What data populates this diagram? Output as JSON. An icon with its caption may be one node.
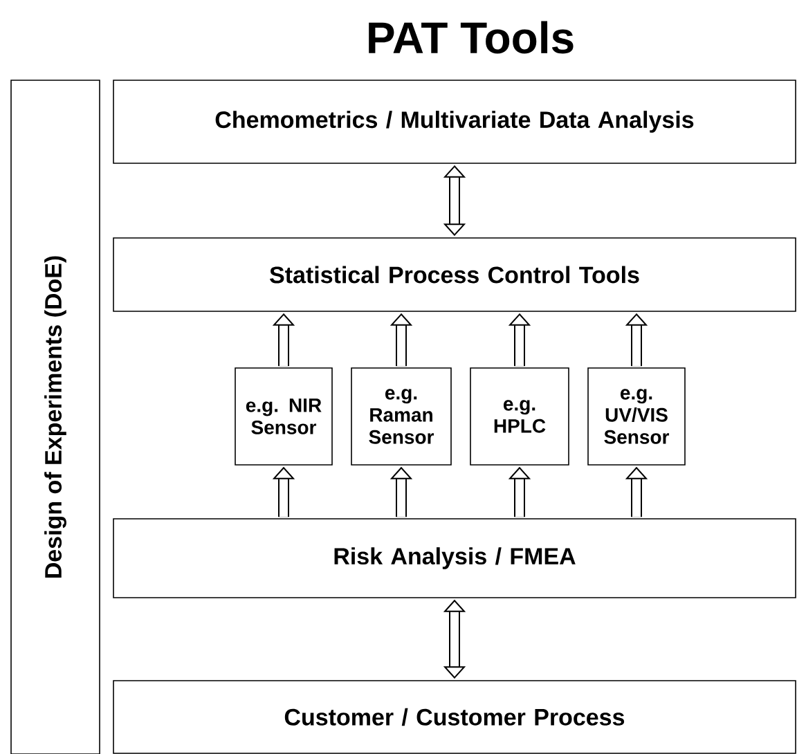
{
  "diagram": {
    "title": "PAT Tools",
    "nodes": [
      {
        "text": [
          "Design of Experiments (DoE)"
        ]
      },
      {
        "text": [
          "Chemometrics / Multivariate Data Analysis"
        ]
      },
      {
        "text": [
          "Statistical Process Control Tools"
        ]
      },
      {
        "text": [
          "e.g. NIR Sensor"
        ]
      },
      {
        "text": [
          "e.g. Raman Sensor"
        ]
      },
      {
        "text": [
          "e.g. HPLC"
        ]
      },
      {
        "text": [
          "e.g. UV/VIS Sensor"
        ]
      },
      {
        "text": [
          "Risk Analysis / FMEA"
        ]
      },
      {
        "text": [
          "Customer / Customer Process"
        ]
      }
    ],
    "edges": [
      {
        "from": 1,
        "to": 2,
        "arrow": "both"
      },
      {
        "from": 3,
        "to": 2,
        "arrow": "to"
      },
      {
        "from": 4,
        "to": 2,
        "arrow": "to"
      },
      {
        "from": 5,
        "to": 2,
        "arrow": "to"
      },
      {
        "from": 6,
        "to": 2,
        "arrow": "to"
      },
      {
        "from": 7,
        "to": 3,
        "arrow": "to"
      },
      {
        "from": 7,
        "to": 4,
        "arrow": "to"
      },
      {
        "from": 7,
        "to": 5,
        "arrow": "to"
      },
      {
        "from": 7,
        "to": 6,
        "arrow": "to"
      },
      {
        "from": 7,
        "to": 8,
        "arrow": "both"
      }
    ]
  }
}
